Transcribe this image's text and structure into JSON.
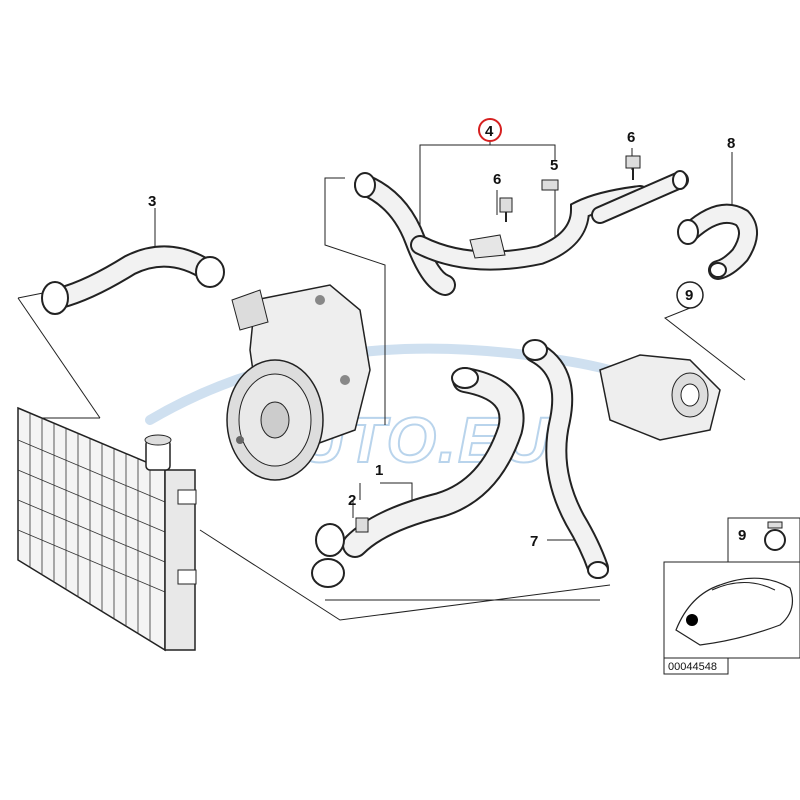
{
  "diagram": {
    "callouts": {
      "c1": "1",
      "c2": "2",
      "c3": "3",
      "c4": "4",
      "c5": "5",
      "c6a": "6",
      "c6b": "6",
      "c7": "7",
      "c8": "8",
      "c9a": "9",
      "c9b": "9"
    },
    "highlight_color": "#d62020",
    "inset": {
      "part_number": "00044548"
    },
    "watermark": {
      "text": "AUTO.EU"
    }
  }
}
